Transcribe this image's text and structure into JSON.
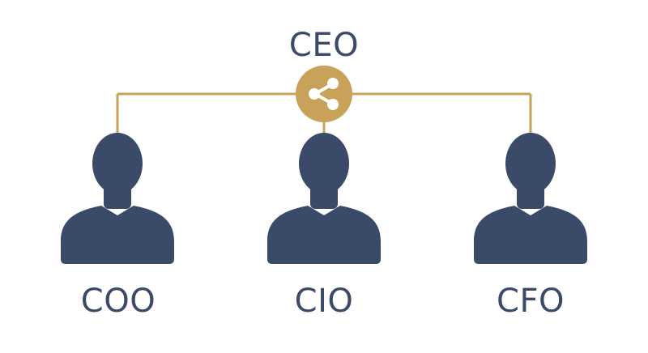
{
  "org_chart": {
    "root": {
      "title": "CEO",
      "icon": "share-icon"
    },
    "reports": [
      {
        "title": "COO",
        "icon": "person-icon"
      },
      {
        "title": "CIO",
        "icon": "person-icon"
      },
      {
        "title": "CFO",
        "icon": "person-icon"
      }
    ]
  },
  "colors": {
    "accent": "#c9a25a",
    "figure": "#3b4a68",
    "icon_fg": "#ffffff"
  }
}
